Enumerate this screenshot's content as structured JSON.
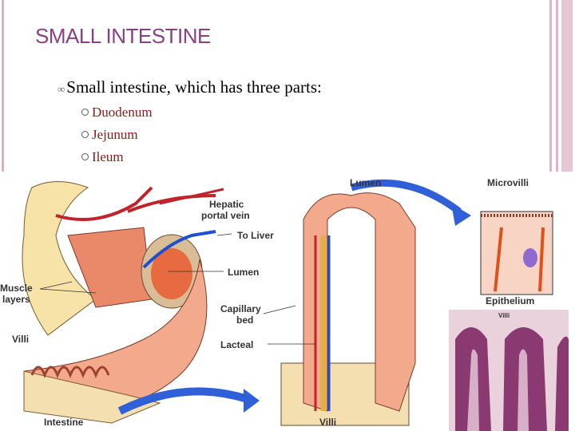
{
  "slide": {
    "title": "SMALL INTESTINE",
    "bullet": "Small intestine, which has three parts:",
    "parts": [
      "Duodenum",
      "Jejunum",
      "Ileum"
    ]
  },
  "figure": {
    "labels": {
      "hepatic_1": "Hepatic",
      "hepatic_2": "portal vein",
      "to_liver": "To Liver",
      "muscle_1": "Muscle",
      "muscle_2": "layers",
      "lumen_left": "Lumen",
      "capillary_1": "Capillary",
      "capillary_2": "bed",
      "villi_left": "Villi",
      "lacteal": "Lacteal",
      "intestine": "Intestine",
      "villi_center": "Villi",
      "lumen_top": "Lumen",
      "microvilli": "Microvilli",
      "epithelium": "Epithelium",
      "villi_histology": "Villi"
    }
  }
}
